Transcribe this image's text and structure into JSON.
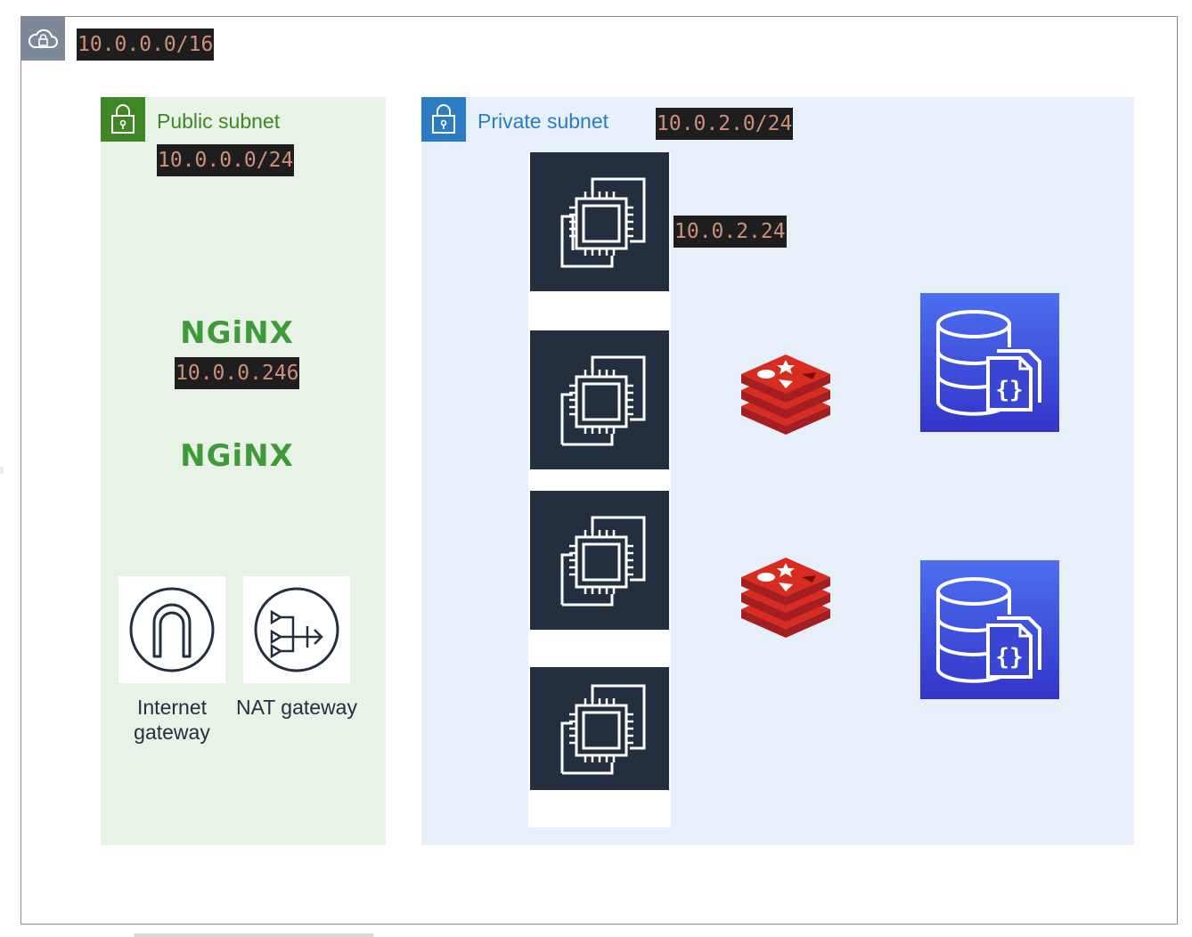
{
  "vpc": {
    "cidr": "10.0.0.0/16",
    "icon": "vpc-cloud-lock-icon"
  },
  "public_subnet": {
    "label": "Public subnet",
    "cidr": "10.0.0.0/24",
    "icon": "subnet-lock-icon",
    "color": "#3f8624",
    "nginx": [
      {
        "logo": "NGiNX",
        "ip": "10.0.0.246"
      },
      {
        "logo": "NGiNX"
      }
    ],
    "gateways": [
      {
        "label_line1": "Internet",
        "label_line2": "gateway",
        "icon": "internet-gateway-icon"
      },
      {
        "label": "NAT gateway",
        "icon": "nat-gateway-icon"
      }
    ]
  },
  "private_subnet": {
    "label": "Private subnet",
    "cidr": "10.0.2.0/24",
    "icon": "subnet-lock-icon",
    "color": "#2b7cc2",
    "instance_ip": "10.0.2.24",
    "ec2_count_icons": [
      "ec2-instance-icon",
      "ec2-instance-icon",
      "ec2-instance-icon",
      "ec2-instance-icon"
    ],
    "caches": [
      "redis-icon",
      "redis-icon"
    ],
    "databases": [
      "document-database-icon",
      "document-database-icon"
    ]
  }
}
